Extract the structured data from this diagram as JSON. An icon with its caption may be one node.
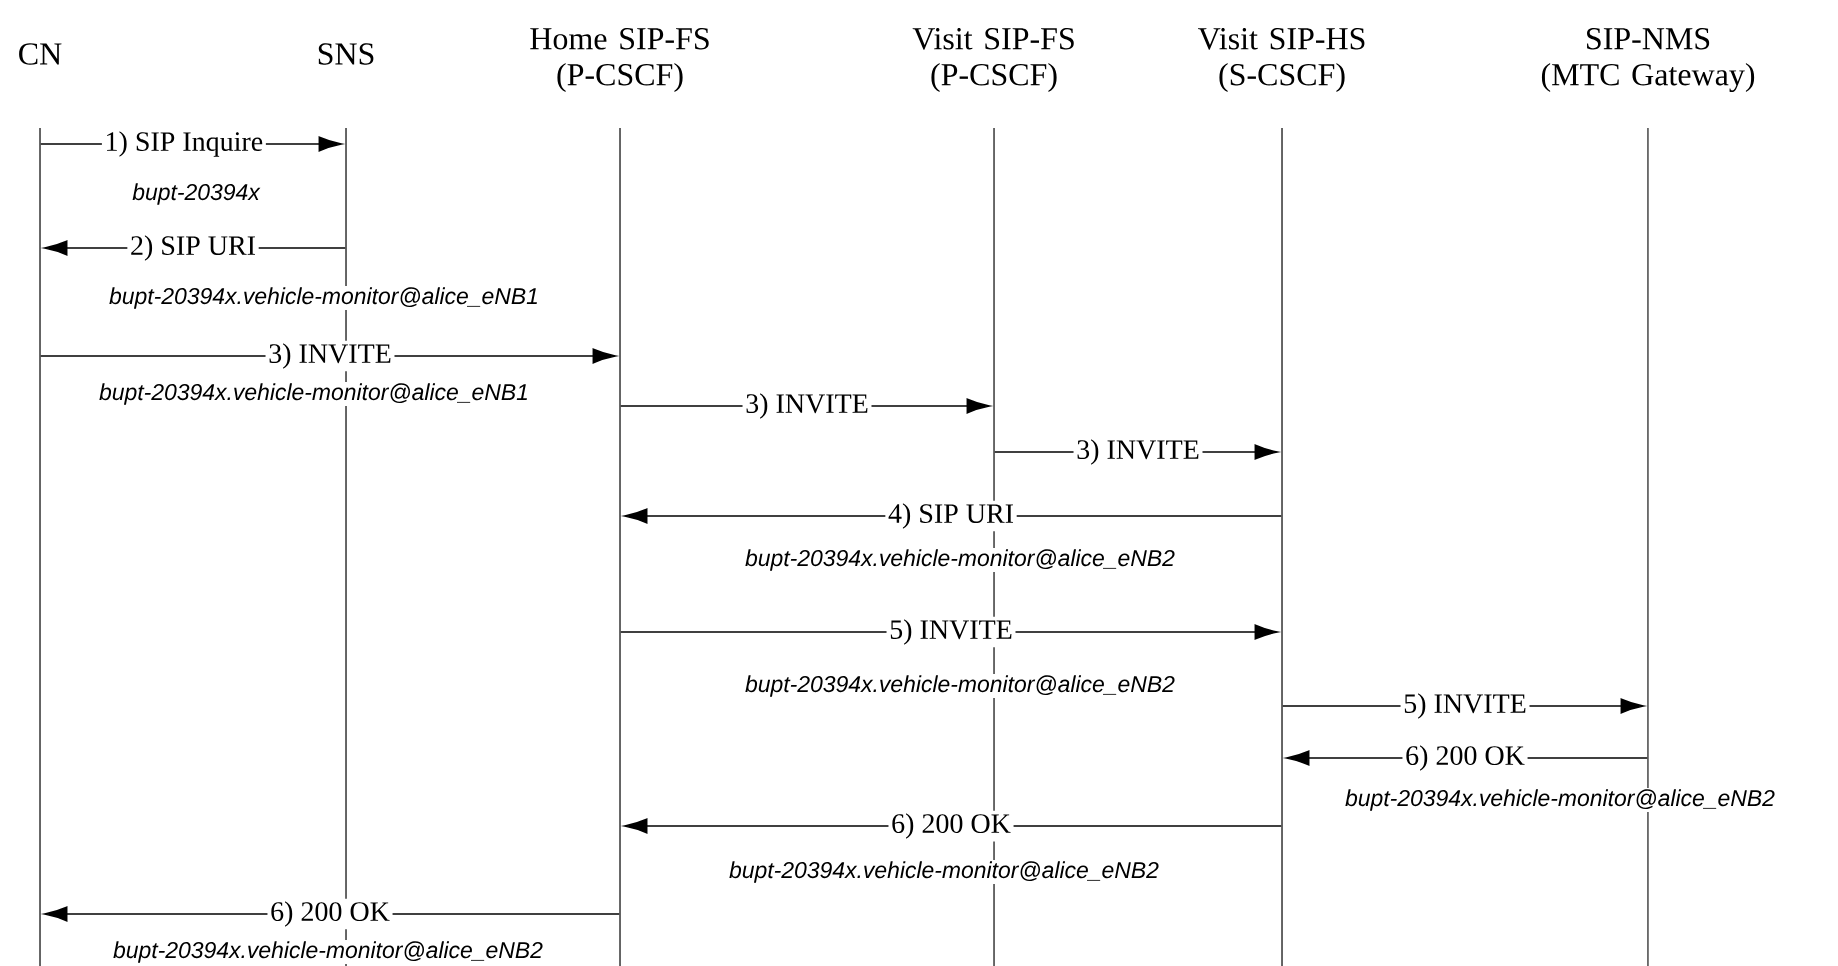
{
  "diagram": {
    "nodes": [
      {
        "text": [
          "CN"
        ]
      },
      {
        "text": [
          "SNS"
        ]
      },
      {
        "text": [
          "Home SIP-FS (P-CSCF)"
        ]
      },
      {
        "text": [
          "Visit SIP-FS (P-CSCF)"
        ]
      },
      {
        "text": [
          "Visit SIP-HS (S-CSCF)"
        ]
      },
      {
        "text": [
          "SIP-NMS (MTC Gateway)"
        ]
      },
      {
        "text": [],
        "shape": "line"
      },
      {
        "text": [],
        "shape": "line"
      },
      {
        "text": [],
        "shape": "line"
      },
      {
        "text": [],
        "shape": "line"
      },
      {
        "text": [],
        "shape": "line"
      },
      {
        "text": [],
        "shape": "line"
      }
    ],
    "edges": [
      {
        "from": 6,
        "to": 7,
        "arrow": "to",
        "label": "1) SIP Inquire"
      },
      {
        "from": 7,
        "to": 6,
        "arrow": "to",
        "label": "2)  SIP URI"
      },
      {
        "from": 6,
        "to": 8,
        "arrow": "to",
        "label": "3) INVITE"
      },
      {
        "from": 8,
        "to": 9,
        "arrow": "to",
        "label": "3) INVITE"
      },
      {
        "from": 9,
        "to": 10,
        "arrow": "to",
        "label": "3) INVITE"
      },
      {
        "from": 10,
        "to": 8,
        "arrow": "to",
        "label": "4) SIP URI"
      },
      {
        "from": 8,
        "to": 10,
        "arrow": "to",
        "label": "5) INVITE"
      },
      {
        "from": 10,
        "to": 11,
        "arrow": "to",
        "label": "5) INVITE"
      },
      {
        "from": 11,
        "to": 10,
        "arrow": "to",
        "label": "6) 200 OK"
      },
      {
        "from": 10,
        "to": 8,
        "arrow": "to",
        "label": "6) 200 OK"
      },
      {
        "from": 8,
        "to": 6,
        "arrow": "to",
        "label": "6) 200 OK"
      }
    ],
    "labels": [
      "bupt-20394x",
      "bupt-20394x.vehicle-monitor@alice_eNB1",
      "bupt-20394x.vehicle-monitor@alice_eNB1",
      "bupt-20394x.vehicle-monitor@alice_eNB2",
      "bupt-20394x.vehicle-monitor@alice_eNB2",
      "bupt-20394x.vehicle-monitor@alice_eNB2",
      "bupt-20394x.vehicle-monitor@alice_eNB2",
      "bupt-20394x.vehicle-monitor@alice_eNB2"
    ]
  }
}
